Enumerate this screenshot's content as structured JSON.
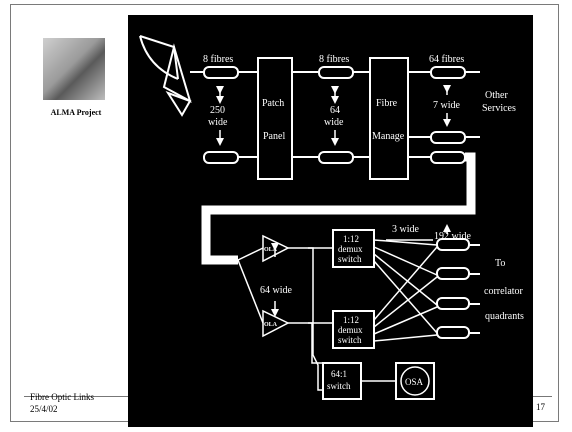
{
  "slide": {
    "logo_caption": "ALMA Project",
    "footer_title": "Fibre Optic Links",
    "footer_date": "25/4/02",
    "page_number": "17"
  },
  "diagram": {
    "fibres_in": "8 fibres",
    "spacing_250": "250",
    "spacing_250_unit": "wide",
    "patch_1": "Patch",
    "patch_2": "Panel",
    "fibres_mid": "8 fibres",
    "spacing_64": "64",
    "spacing_64_unit": "wide",
    "fibre_1": "Fibre",
    "fibre_2": "Manage",
    "fibres_out": "64 fibres",
    "spacing_7": "7 wide",
    "other_1": "Other",
    "other_2": "Services",
    "ola_top": "OLA",
    "ola_bottom": "OLA",
    "ola_spacing": "64 wide",
    "demux_top_1": "1:12",
    "demux_top_2": "demux",
    "demux_top_3": "switch",
    "demux_bot_1": "1:12",
    "demux_bot_2": "demux",
    "demux_bot_3": "switch",
    "three_wide": "3 wide",
    "wide_192": "192 wide",
    "to_1": "To",
    "to_2": "correlator",
    "to_3": "quadrants",
    "switch_1": "64:1",
    "switch_2": "switch",
    "osa": "OSA"
  }
}
